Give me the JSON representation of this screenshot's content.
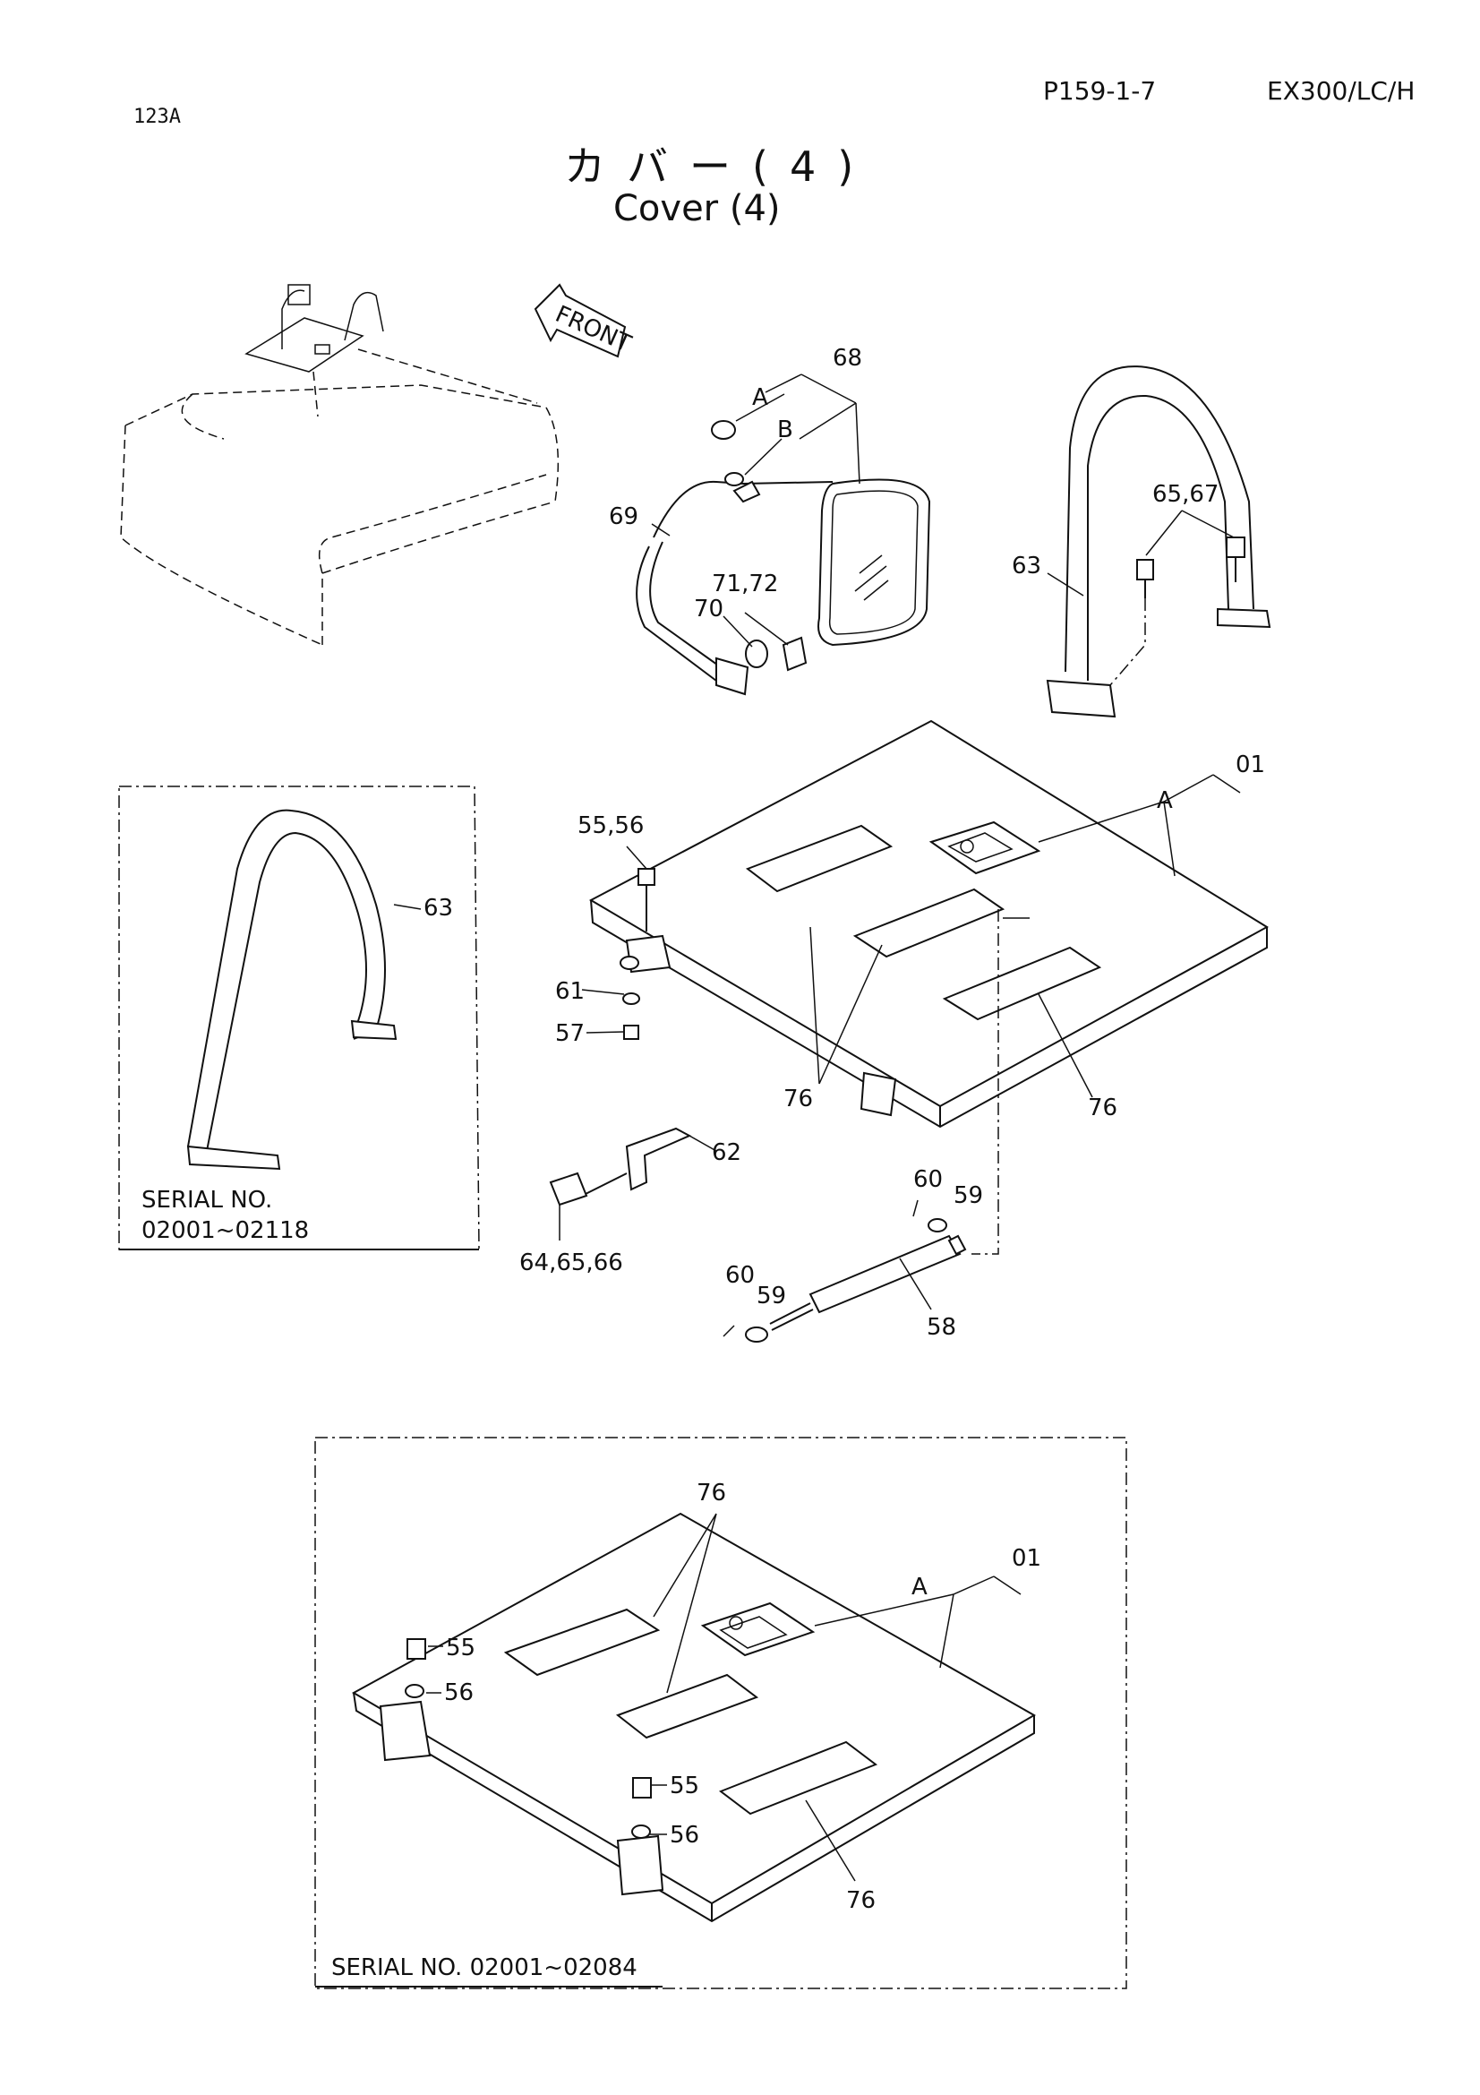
{
  "header": {
    "page_code": "123A",
    "page_ref": "P159-1-7",
    "model": "EX300/LC/H",
    "title_jp": "カバー(4)",
    "title_en": "Cover (4)"
  },
  "front_label": "FRONT",
  "callouts": {
    "c68": "68",
    "cA1": "A",
    "cB": "B",
    "c69": "69",
    "c7172": "71,72",
    "c70": "70",
    "c6567": "65,67",
    "c63a": "63",
    "c5556": "55,56",
    "c61": "61",
    "c57": "57",
    "c01a": "01",
    "cA2": "A",
    "c76a": "76",
    "c76b": "76",
    "c62": "62",
    "c646566": "64,65,66",
    "c60a": "60",
    "c59a": "59",
    "c60b": "60",
    "c59b": "59",
    "c58": "58",
    "c63b": "63",
    "c76c": "76",
    "c01b": "01",
    "cA3": "A",
    "c55a": "55",
    "c56a": "56",
    "c55b": "55",
    "c56b": "56",
    "c76d": "76"
  },
  "serial_boxes": {
    "left_label": "SERIAL NO.",
    "left_range": "02001~02118",
    "bottom": "SERIAL NO. 02001~02084"
  }
}
